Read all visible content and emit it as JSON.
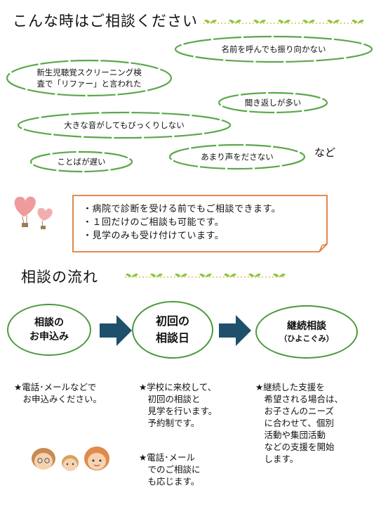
{
  "section1": {
    "title": "こんな時はご相談ください",
    "clouds": [
      {
        "text": "名前を呼んでも振り向かない"
      },
      {
        "text": "新生児聴覚スクリーニング検\n査で「リファー」と言われた"
      },
      {
        "text": "聞き返しが多い"
      },
      {
        "text": "大きな音がしてもびっくりしない"
      },
      {
        "text": "ことばが遅い"
      },
      {
        "text": "あまり声をださない"
      }
    ],
    "suffix": "など"
  },
  "notes": {
    "lines": [
      "・病院で診断を受ける前でもご相談できます。",
      "・１回だけのご相談も可能です。",
      "・見学のみも受け付けています。"
    ]
  },
  "section2": {
    "title": "相談の流れ",
    "steps": [
      {
        "label": "相談の\nお申込み",
        "desc": "★電話･メールなどで\n　お申込みください。"
      },
      {
        "label": "初回の\n相談日",
        "desc": "★学校に来校して、\n　初回の相談と\n　見学を行います。\n　予約制です。"
      },
      {
        "label": "継続相談",
        "sub": "（ひよこぐみ）",
        "desc": "★継続した支援を\n　希望される場合は、\n　お子さんのニーズ\n　に合わせて、個別\n　活動や集団活動\n　などの支援を開始\n　します。"
      }
    ],
    "extra_desc": "★電話･メール\n　でのご相談に\n　も応じます。"
  },
  "colors": {
    "cloud_stroke": "#5aa84a",
    "note_border": "#e07a3c",
    "flow_border": "#4a9a3c",
    "arrow_fill": "#1e4f6b",
    "heart": "#ec8a8a"
  }
}
